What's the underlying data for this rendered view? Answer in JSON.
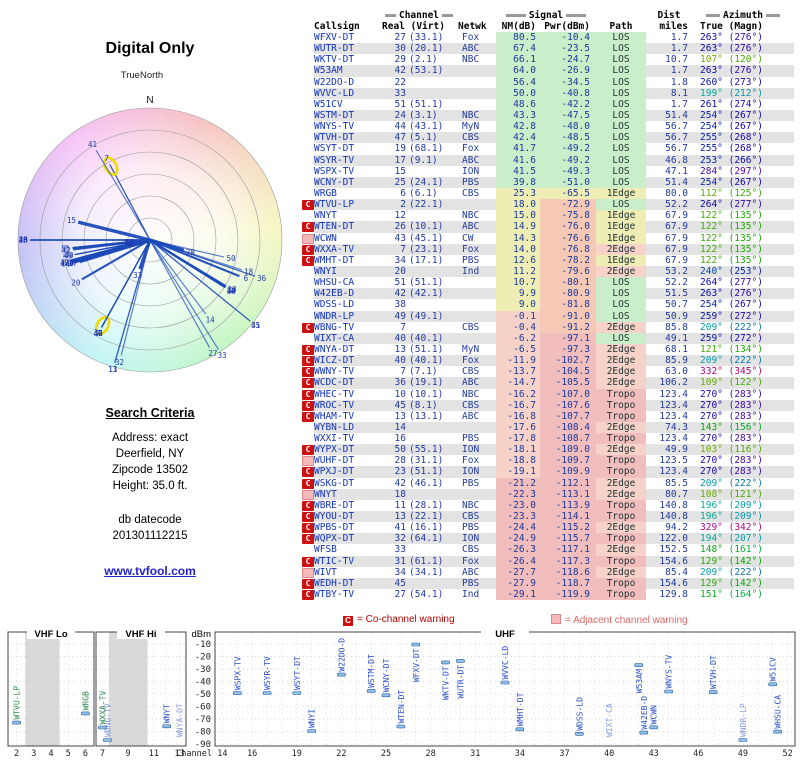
{
  "title": "Digital Only",
  "radar": {
    "true_north": "TrueNorth",
    "north_label": "N"
  },
  "search_criteria": {
    "heading": "Search Criteria",
    "lines": [
      "Address: exact",
      "Deerfield, NY",
      "Zipcode 13502",
      "Height: 35.0 ft."
    ],
    "datecode_label": "db datecode",
    "datecode": "201301112215"
  },
  "link": "www.tvfool.com",
  "legend": {
    "co_symbol": "C",
    "co_text": "= Co-channel warning",
    "adj_text": "= Adjacent channel warning"
  },
  "table": {
    "group_headers": [
      "Channel",
      "Signal",
      "Dist",
      "Azimuth"
    ],
    "columns": [
      "Callsign",
      "Real (Virt)",
      "Netwk",
      "NM(dB)",
      "Pwr(dBm)",
      "Path",
      "miles",
      "True (Magn)"
    ],
    "rows": [
      {
        "cs": "WFXV-DT",
        "ch": 27,
        "vt": "(33.1)",
        "net": "Fox",
        "nm": 80.5,
        "pwr": -10.4,
        "path": "LOS",
        "mi": 1.7,
        "azt": 263,
        "azm": 276,
        "warn": "",
        "hl": false
      },
      {
        "cs": "WUTR-DT",
        "ch": 30,
        "vt": "(20.1)",
        "net": "ABC",
        "nm": 67.4,
        "pwr": -23.5,
        "path": "LOS",
        "mi": 1.7,
        "azt": 263,
        "azm": 276,
        "warn": "",
        "hl": false
      },
      {
        "cs": "WKTV-DT",
        "ch": 29,
        "vt": "(2.1)",
        "net": "NBC",
        "nm": 66.1,
        "pwr": -24.7,
        "path": "LOS",
        "mi": 10.7,
        "azt": 107,
        "azm": 120,
        "warn": "",
        "hl": false
      },
      {
        "cs": "W53AM",
        "ch": 42,
        "vt": "(53.1)",
        "net": "",
        "nm": 64.0,
        "pwr": -26.9,
        "path": "LOS",
        "mi": 1.7,
        "azt": 263,
        "azm": 276,
        "warn": "",
        "hl": false
      },
      {
        "cs": "W22DO-D",
        "ch": 22,
        "vt": "",
        "net": "",
        "nm": 56.4,
        "pwr": -34.5,
        "path": "LOS",
        "mi": 1.8,
        "azt": 260,
        "azm": 273,
        "warn": "",
        "hl": false
      },
      {
        "cs": "WVVC-LD",
        "ch": 33,
        "vt": "",
        "net": "",
        "nm": 50.0,
        "pwr": -40.8,
        "path": "LOS",
        "mi": 8.1,
        "azt": 199,
        "azm": 212,
        "warn": "",
        "hl": false
      },
      {
        "cs": "W51CV",
        "ch": 51,
        "vt": "(51.1)",
        "net": "",
        "nm": 48.6,
        "pwr": -42.2,
        "path": "LOS",
        "mi": 1.7,
        "azt": 261,
        "azm": 274,
        "warn": "",
        "hl": false
      },
      {
        "cs": "WSTM-DT",
        "ch": 24,
        "vt": "(3.1)",
        "net": "NBC",
        "nm": 43.3,
        "pwr": -47.5,
        "path": "LOS",
        "mi": 51.4,
        "azt": 254,
        "azm": 267,
        "warn": "",
        "hl": false
      },
      {
        "cs": "WNYS-TV",
        "ch": 44,
        "vt": "(43.1)",
        "net": "MyN",
        "nm": 42.8,
        "pwr": -48.0,
        "path": "LOS",
        "mi": 56.7,
        "azt": 254,
        "azm": 267,
        "warn": "",
        "hl": false
      },
      {
        "cs": "WTVH-DT",
        "ch": 47,
        "vt": "(5.1)",
        "net": "CBS",
        "nm": 42.4,
        "pwr": -48.5,
        "path": "LOS",
        "mi": 56.7,
        "azt": 255,
        "azm": 268,
        "warn": "",
        "hl": false
      },
      {
        "cs": "WSYT-DT",
        "ch": 19,
        "vt": "(68.1)",
        "net": "Fox",
        "nm": 41.7,
        "pwr": -49.2,
        "path": "LOS",
        "mi": 56.7,
        "azt": 255,
        "azm": 268,
        "warn": "",
        "hl": false
      },
      {
        "cs": "WSYR-TV",
        "ch": 17,
        "vt": "(9.1)",
        "net": "ABC",
        "nm": 41.6,
        "pwr": -49.2,
        "path": "LOS",
        "mi": 46.8,
        "azt": 253,
        "azm": 266,
        "warn": "",
        "hl": false
      },
      {
        "cs": "WSPX-TV",
        "ch": 15,
        "vt": "",
        "net": "ION",
        "nm": 41.5,
        "pwr": -49.3,
        "path": "LOS",
        "mi": 47.1,
        "azt": 284,
        "azm": 297,
        "warn": "",
        "hl": false
      },
      {
        "cs": "WCNY-DT",
        "ch": 25,
        "vt": "(24.1)",
        "net": "PBS",
        "nm": 39.8,
        "pwr": -51.0,
        "path": "LOS",
        "mi": 51.4,
        "azt": 254,
        "azm": 267,
        "warn": "",
        "hl": false
      },
      {
        "cs": "WRGB",
        "ch": 6,
        "vt": "(6.1)",
        "net": "CBS",
        "nm": 25.3,
        "pwr": -65.5,
        "path": "1Edge",
        "mi": 80.0,
        "azt": 112,
        "azm": 125,
        "warn": "",
        "hl": false
      },
      {
        "cs": "WTVU-LP",
        "ch": 2,
        "vt": "(22.1)",
        "net": "",
        "nm": 18.0,
        "pwr": -72.9,
        "path": "LOS",
        "mi": 52.2,
        "azt": 264,
        "azm": 277,
        "warn": "C",
        "hl": false
      },
      {
        "cs": "WNYT",
        "ch": 12,
        "vt": "",
        "net": "NBC",
        "nm": 15.0,
        "pwr": -75.8,
        "path": "1Edge",
        "mi": 67.9,
        "azt": 122,
        "azm": 135,
        "warn": "",
        "hl": false
      },
      {
        "cs": "WTEN-DT",
        "ch": 26,
        "vt": "(10.1)",
        "net": "ABC",
        "nm": 14.9,
        "pwr": -76.0,
        "path": "1Edge",
        "mi": 67.9,
        "azt": 122,
        "azm": 135,
        "warn": "C",
        "hl": false
      },
      {
        "cs": "WCWN",
        "ch": 43,
        "vt": "(45.1)",
        "net": "CW",
        "nm": 14.3,
        "pwr": -76.6,
        "path": "1Edge",
        "mi": 67.9,
        "azt": 122,
        "azm": 135,
        "warn": "A",
        "hl": false
      },
      {
        "cs": "WXXA-TV",
        "ch": 7,
        "vt": "(23.1)",
        "net": "Fox",
        "nm": 14.0,
        "pwr": -76.8,
        "path": "2Edge",
        "mi": 67.9,
        "azt": 122,
        "azm": 135,
        "warn": "C",
        "hl": false
      },
      {
        "cs": "WMHT-DT",
        "ch": 34,
        "vt": "(17.1)",
        "net": "PBS",
        "nm": 12.6,
        "pwr": -78.2,
        "path": "1Edge",
        "mi": 67.9,
        "azt": 122,
        "azm": 135,
        "warn": "C",
        "hl": false
      },
      {
        "cs": "WNYI",
        "ch": 20,
        "vt": "",
        "net": "Ind",
        "nm": 11.2,
        "pwr": -79.6,
        "path": "2Edge",
        "mi": 53.2,
        "azt": 240,
        "azm": 253,
        "warn": "",
        "hl": false
      },
      {
        "cs": "WHSU-CA",
        "ch": 51,
        "vt": "(51.1)",
        "net": "",
        "nm": 10.7,
        "pwr": -80.1,
        "path": "LOS",
        "mi": 52.2,
        "azt": 264,
        "azm": 277,
        "warn": "",
        "hl": false
      },
      {
        "cs": "W42EB-D",
        "ch": 42,
        "vt": "(42.1)",
        "net": "",
        "nm": 9.9,
        "pwr": -80.9,
        "path": "LOS",
        "mi": 51.5,
        "azt": 263,
        "azm": 276,
        "warn": "",
        "hl": false
      },
      {
        "cs": "WDSS-LD",
        "ch": 38,
        "vt": "",
        "net": "",
        "nm": 9.0,
        "pwr": -81.8,
        "path": "LOS",
        "mi": 50.7,
        "azt": 254,
        "azm": 267,
        "warn": "",
        "hl": false
      },
      {
        "cs": "WNDR-LP",
        "ch": 49,
        "vt": "(49.1)",
        "net": "",
        "nm": -0.1,
        "pwr": -91.0,
        "path": "LOS",
        "mi": 50.9,
        "azt": 259,
        "azm": 272,
        "warn": "",
        "hl": false
      },
      {
        "cs": "WBNG-TV",
        "ch": 7,
        "vt": "",
        "net": "CBS",
        "nm": -0.4,
        "pwr": -91.2,
        "path": "2Edge",
        "mi": 85.8,
        "azt": 209,
        "azm": 222,
        "warn": "C",
        "hl": true
      },
      {
        "cs": "WIXT-CA",
        "ch": 40,
        "vt": "(40.1)",
        "net": "",
        "nm": -6.2,
        "pwr": -97.1,
        "path": "LOS",
        "mi": 49.1,
        "azt": 259,
        "azm": 272,
        "warn": "",
        "hl": false
      },
      {
        "cs": "WNYA-DT",
        "ch": 13,
        "vt": "(51.1)",
        "net": "MyN",
        "nm": -6.5,
        "pwr": -97.3,
        "path": "2Edge",
        "mi": 68.1,
        "azt": 121,
        "azm": 134,
        "warn": "C",
        "hl": false
      },
      {
        "cs": "WICZ-DT",
        "ch": 40,
        "vt": "(40.1)",
        "net": "Fox",
        "nm": -11.9,
        "pwr": -102.7,
        "path": "2Edge",
        "mi": 85.9,
        "azt": 209,
        "azm": 222,
        "warn": "C",
        "hl": false
      },
      {
        "cs": "WWNY-TV",
        "ch": 7,
        "vt": "(7.1)",
        "net": "CBS",
        "nm": -13.7,
        "pwr": -104.5,
        "path": "2Edge",
        "mi": 63.0,
        "azt": 332,
        "azm": 345,
        "warn": "C",
        "hl": true
      },
      {
        "cs": "WCDC-DT",
        "ch": 36,
        "vt": "(19.1)",
        "net": "ABC",
        "nm": -14.7,
        "pwr": -105.5,
        "path": "2Edge",
        "mi": 106.2,
        "azt": 109,
        "azm": 122,
        "warn": "C",
        "hl": false
      },
      {
        "cs": "WHEC-TV",
        "ch": 10,
        "vt": "(10.1)",
        "net": "NBC",
        "nm": -16.2,
        "pwr": -107.0,
        "path": "Tropo",
        "mi": 123.4,
        "azt": 270,
        "azm": 283,
        "warn": "C",
        "hl": false
      },
      {
        "cs": "WROC-TV",
        "ch": 45,
        "vt": "(8.1)",
        "net": "CBS",
        "nm": -16.7,
        "pwr": -107.6,
        "path": "Tropo",
        "mi": 123.4,
        "azt": 270,
        "azm": 283,
        "warn": "C",
        "hl": false
      },
      {
        "cs": "WHAM-TV",
        "ch": 13,
        "vt": "(13.1)",
        "net": "ABC",
        "nm": -16.8,
        "pwr": -107.7,
        "path": "Tropo",
        "mi": 123.4,
        "azt": 270,
        "azm": 283,
        "warn": "C",
        "hl": false
      },
      {
        "cs": "WYBN-LD",
        "ch": 14,
        "vt": "",
        "net": "",
        "nm": -17.6,
        "pwr": -108.4,
        "path": "2Edge",
        "mi": 74.3,
        "azt": 143,
        "azm": 156,
        "warn": "",
        "hl": false
      },
      {
        "cs": "WXXI-TV",
        "ch": 16,
        "vt": "",
        "net": "PBS",
        "nm": -17.8,
        "pwr": -108.7,
        "path": "Tropo",
        "mi": 123.4,
        "azt": 270,
        "azm": 283,
        "warn": "",
        "hl": false
      },
      {
        "cs": "WYPX-DT",
        "ch": 50,
        "vt": "(55.1)",
        "net": "ION",
        "nm": -18.1,
        "pwr": -109.0,
        "path": "2Edge",
        "mi": 49.9,
        "azt": 103,
        "azm": 116,
        "warn": "C",
        "hl": false
      },
      {
        "cs": "WUHF-DT",
        "ch": 28,
        "vt": "(31.1)",
        "net": "Fox",
        "n m": null,
        "nm": -18.8,
        "pwr": -109.7,
        "path": "Tropo",
        "mi": 123.5,
        "azt": 270,
        "azm": 283,
        "warn": "A",
        "hl": false
      },
      {
        "cs": "WPXJ-DT",
        "ch": 23,
        "vt": "(51.1)",
        "net": "ION",
        "nm": -19.1,
        "pwr": -109.9,
        "path": "Tropo",
        "mi": 123.4,
        "azt": 270,
        "azm": 283,
        "warn": "C",
        "hl": false
      },
      {
        "cs": "WSKG-DT",
        "ch": 42,
        "vt": "(46.1)",
        "net": "PBS",
        "nm": -21.2,
        "pwr": -112.1,
        "path": "2Edge",
        "mi": 85.5,
        "azt": 209,
        "azm": 222,
        "warn": "C",
        "hl": false
      },
      {
        "cs": "WNYT",
        "ch": 18,
        "vt": "",
        "net": "",
        "nm": -22.3,
        "pwr": -113.1,
        "path": "2Edge",
        "mi": 80.7,
        "azt": 108,
        "azm": 121,
        "warn": "A",
        "hl": false
      },
      {
        "cs": "WBRE-DT",
        "ch": 11,
        "vt": "(28.1)",
        "net": "NBC",
        "nm": -23.0,
        "pwr": -113.9,
        "path": "Tropo",
        "mi": 140.8,
        "azt": 196,
        "azm": 209,
        "warn": "C",
        "hl": false
      },
      {
        "cs": "WYOU-DT",
        "ch": 13,
        "vt": "(22.1)",
        "net": "CBS",
        "nm": -23.3,
        "pwr": -114.1,
        "path": "Tropo",
        "mi": 140.8,
        "azt": 196,
        "azm": 209,
        "warn": "C",
        "hl": false
      },
      {
        "cs": "WPBS-DT",
        "ch": 41,
        "vt": "(16.1)",
        "net": "PBS",
        "nm": -24.4,
        "pwr": -115.2,
        "path": "2Edge",
        "mi": 94.2,
        "azt": 329,
        "azm": 342,
        "warn": "C",
        "hl": false
      },
      {
        "cs": "WQPX-DT",
        "ch": 32,
        "vt": "(64.1)",
        "net": "ION",
        "nm": -24.9,
        "pwr": -115.7,
        "path": "Tropo",
        "mi": 122.0,
        "azt": 194,
        "azm": 207,
        "warn": "C",
        "hl": false
      },
      {
        "cs": "WFSB",
        "ch": 33,
        "vt": "",
        "net": "CBS",
        "nm": -26.3,
        "pwr": -117.1,
        "path": "2Edge",
        "mi": 152.5,
        "azt": 148,
        "azm": 161,
        "warn": "",
        "hl": false
      },
      {
        "cs": "WTIC-TV",
        "ch": 31,
        "vt": "(61.1)",
        "net": "Fox",
        "nm": -26.4,
        "pwr": -117.3,
        "path": "Tropo",
        "mi": 154.6,
        "azt": 129,
        "azm": 142,
        "warn": "C",
        "hl": false
      },
      {
        "cs": "WIVT",
        "ch": 34,
        "vt": "(34.1)",
        "net": "ABC",
        "nm": -27.7,
        "pwr": -118.6,
        "path": "2Edge",
        "mi": 85.4,
        "azt": 209,
        "azm": 222,
        "warn": "A",
        "hl": false
      },
      {
        "cs": "WEDH-DT",
        "ch": 45,
        "vt": "",
        "net": "PBS",
        "nm": -27.9,
        "pwr": -118.7,
        "path": "Tropo",
        "mi": 154.6,
        "azt": 129,
        "azm": 142,
        "warn": "C",
        "hl": false
      },
      {
        "cs": "WTBY-TV",
        "ch": 27,
        "vt": "(54.1)",
        "net": "Ind",
        "nm": -29.1,
        "pwr": -119.9,
        "path": "Tropo",
        "mi": 129.8,
        "azt": 151,
        "azm": 164,
        "warn": "C",
        "hl": false
      }
    ]
  },
  "spectrum": {
    "dbm_label": "dBm",
    "channel_label": "Channel",
    "y_ticks": [
      -10,
      -20,
      -30,
      -40,
      -50,
      -60,
      -70,
      -80,
      -90
    ],
    "bands": [
      {
        "label": "VHF Lo",
        "ch_min": 2,
        "ch_max": 6,
        "x_ticks": [
          2,
          3,
          4,
          5,
          6
        ],
        "shaded": [
          [
            3,
            4
          ]
        ]
      },
      {
        "label": "VHF Hi",
        "ch_min": 7,
        "ch_max": 13,
        "x_ticks": [
          7,
          9,
          11,
          13
        ],
        "shaded": [
          [
            8,
            10
          ]
        ]
      },
      {
        "label": "UHF",
        "ch_min": 14,
        "ch_max": 52,
        "x_ticks": [
          14,
          16,
          19,
          22,
          25,
          28,
          31,
          34,
          37,
          40,
          43,
          46,
          49,
          52
        ],
        "shaded": []
      }
    ],
    "green_labels": [
      "WRGB",
      "WTVU-LP",
      "WXXA-TV"
    ]
  }
}
